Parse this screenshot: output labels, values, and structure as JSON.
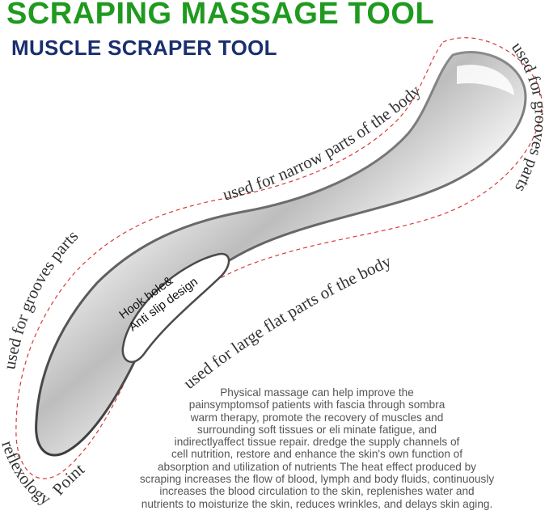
{
  "title": "SCRAPING MASSAGE TOOL",
  "subtitle": "MUSCLE SCRAPER TOOL",
  "labels": {
    "narrow": "used for narrow parts of the body",
    "grooves_right": "used for grooves parts",
    "grooves_left": "used for grooves parts",
    "large_flat": "used for large flat parts of the body",
    "reflexology": "reflexology",
    "point": "Point",
    "hook_line1": "Hook hole&",
    "hook_line2": "Anti slip design"
  },
  "description": [
    "Physical massage can help improve the",
    "painsymptomsof patients with fascia through sombra",
    "warm therapy, promote the recovery of muscles and",
    "surrounding soft tissues or eli  minate fatigue, and",
    "indirectlyaffect tissue repair. dredge  the supply channels of",
    "cell nutrition, restore and enhance the skin's own function of",
    "absorption and  utilization of nutrients  The heat effect produced by",
    "scraping increases the flow of blood, lymph and body fluids, continuously",
    "increases the blood circulation to the skin, replenishes water and",
    "nutrients to moisturize the skin, reduces wrinkles, and delays skin aging."
  ],
  "colors": {
    "title": "#1f9a1f",
    "subtitle": "#1a2f6e",
    "dashed_outline": "#d93a3a",
    "steel_light": "#f4f4f4",
    "steel_dark": "#5a5a5a"
  }
}
